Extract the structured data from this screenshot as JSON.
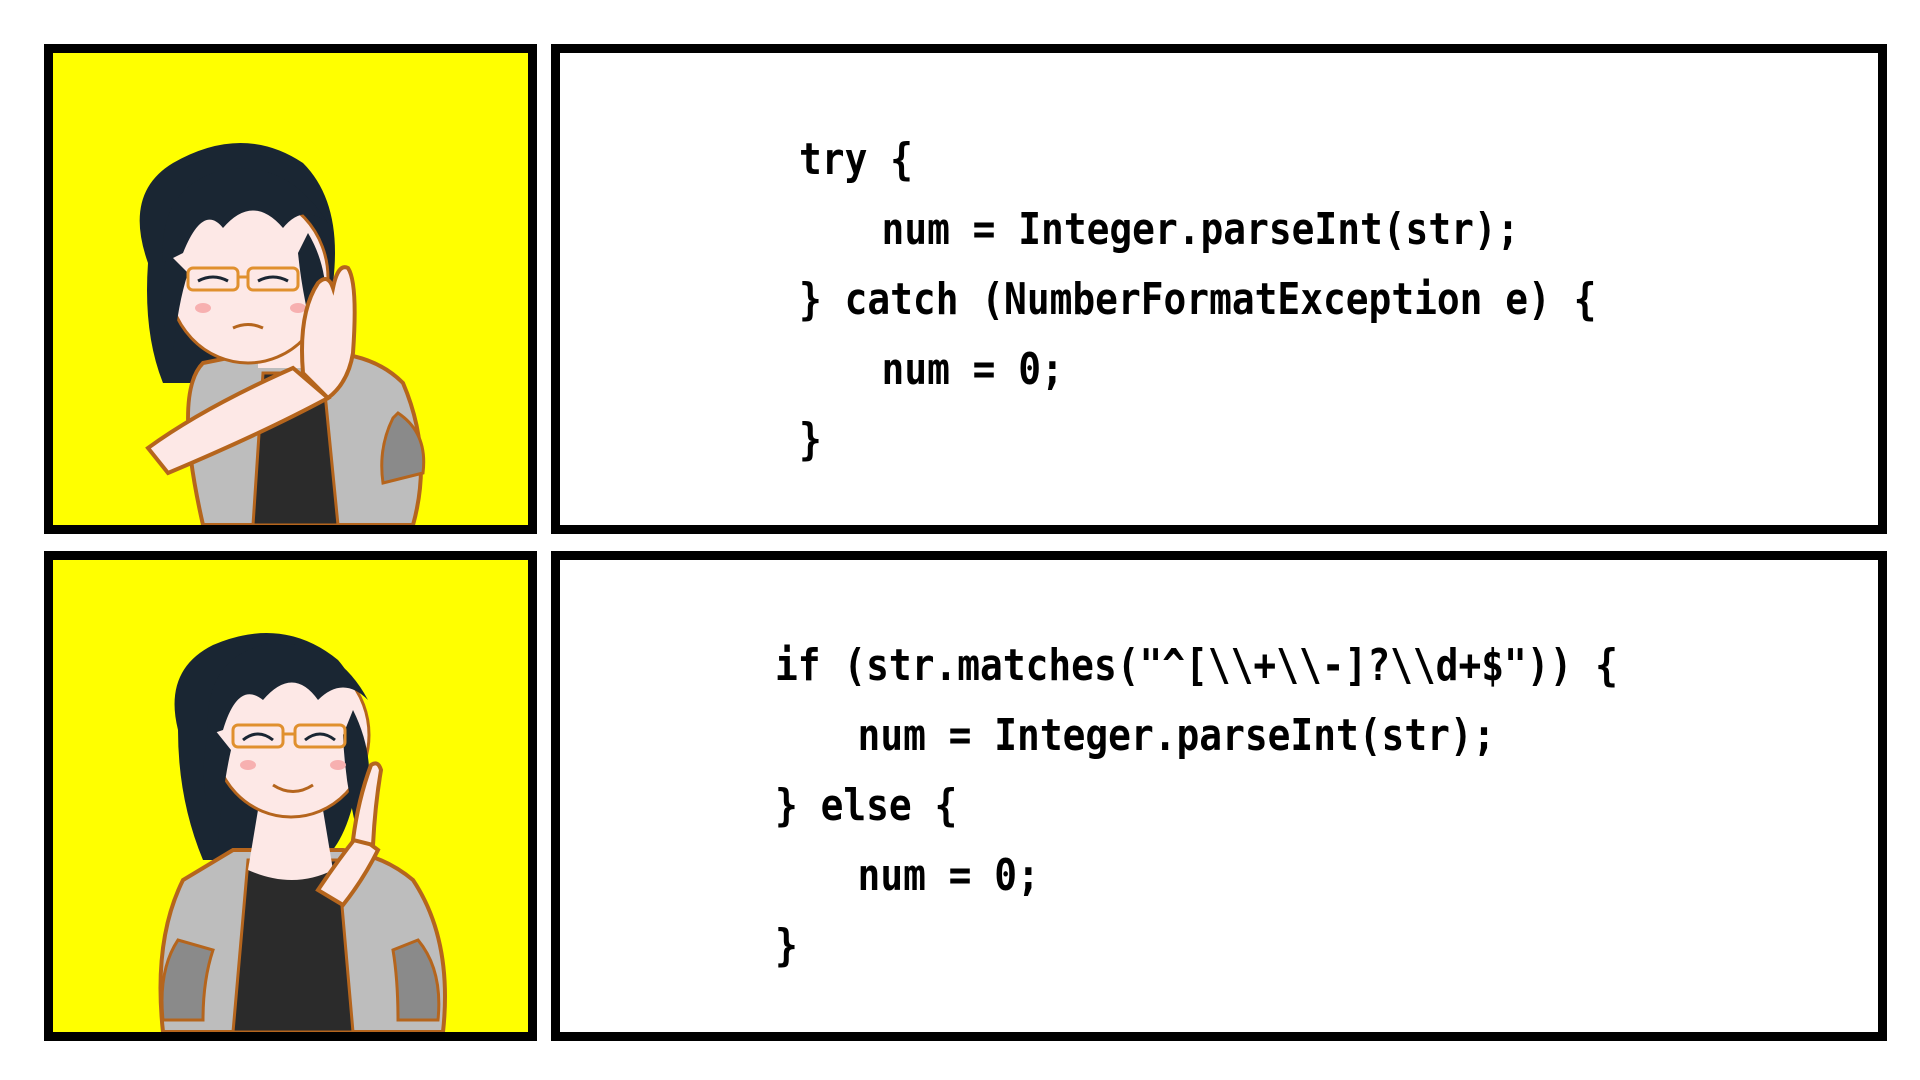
{
  "panels": {
    "top": {
      "code_lines": [
        "try {",
        "num = Integer.parseInt(str);",
        "} catch (NumberFormatException e) {",
        "num = 0;",
        "}"
      ],
      "figure": "character-rejecting-icon"
    },
    "bottom": {
      "code_lines": [
        "if (str.matches(\"^[\\\\+\\\\-]?\\\\d+$\")) {",
        "num = Integer.parseInt(str);",
        "} else {",
        "num = 0;",
        "}"
      ],
      "figure": "character-approving-icon"
    }
  },
  "colors": {
    "panel_background": "#ffff00",
    "border": "#000000",
    "hair": "#1a2633",
    "skin": "#fde8e6",
    "jacket": "#bdbdbd",
    "shirt": "#2b2b2b",
    "outline": "#b5651d"
  }
}
